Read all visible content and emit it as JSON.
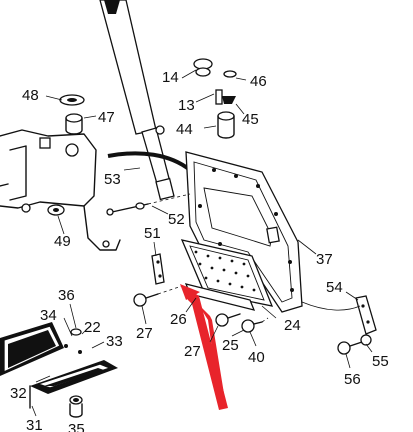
{
  "labels": {
    "l14": "14",
    "l46": "46",
    "l48": "48",
    "l47": "47",
    "l13": "13",
    "l45": "45",
    "l44": "44",
    "l53": "53",
    "l52": "52",
    "l51": "51",
    "l37": "37",
    "l49": "49",
    "l54": "54",
    "l36": "36",
    "l34": "34",
    "l22": "22",
    "l33": "33",
    "l27a": "27",
    "l26": "26",
    "l24": "24",
    "l27b": "27",
    "l25": "25",
    "l40": "40",
    "l56": "56",
    "l55": "55",
    "l32": "32",
    "l31": "31",
    "l35": "35"
  },
  "colors": {
    "line": "#111111",
    "arrow": "#e8242b",
    "background": "#ffffff"
  }
}
